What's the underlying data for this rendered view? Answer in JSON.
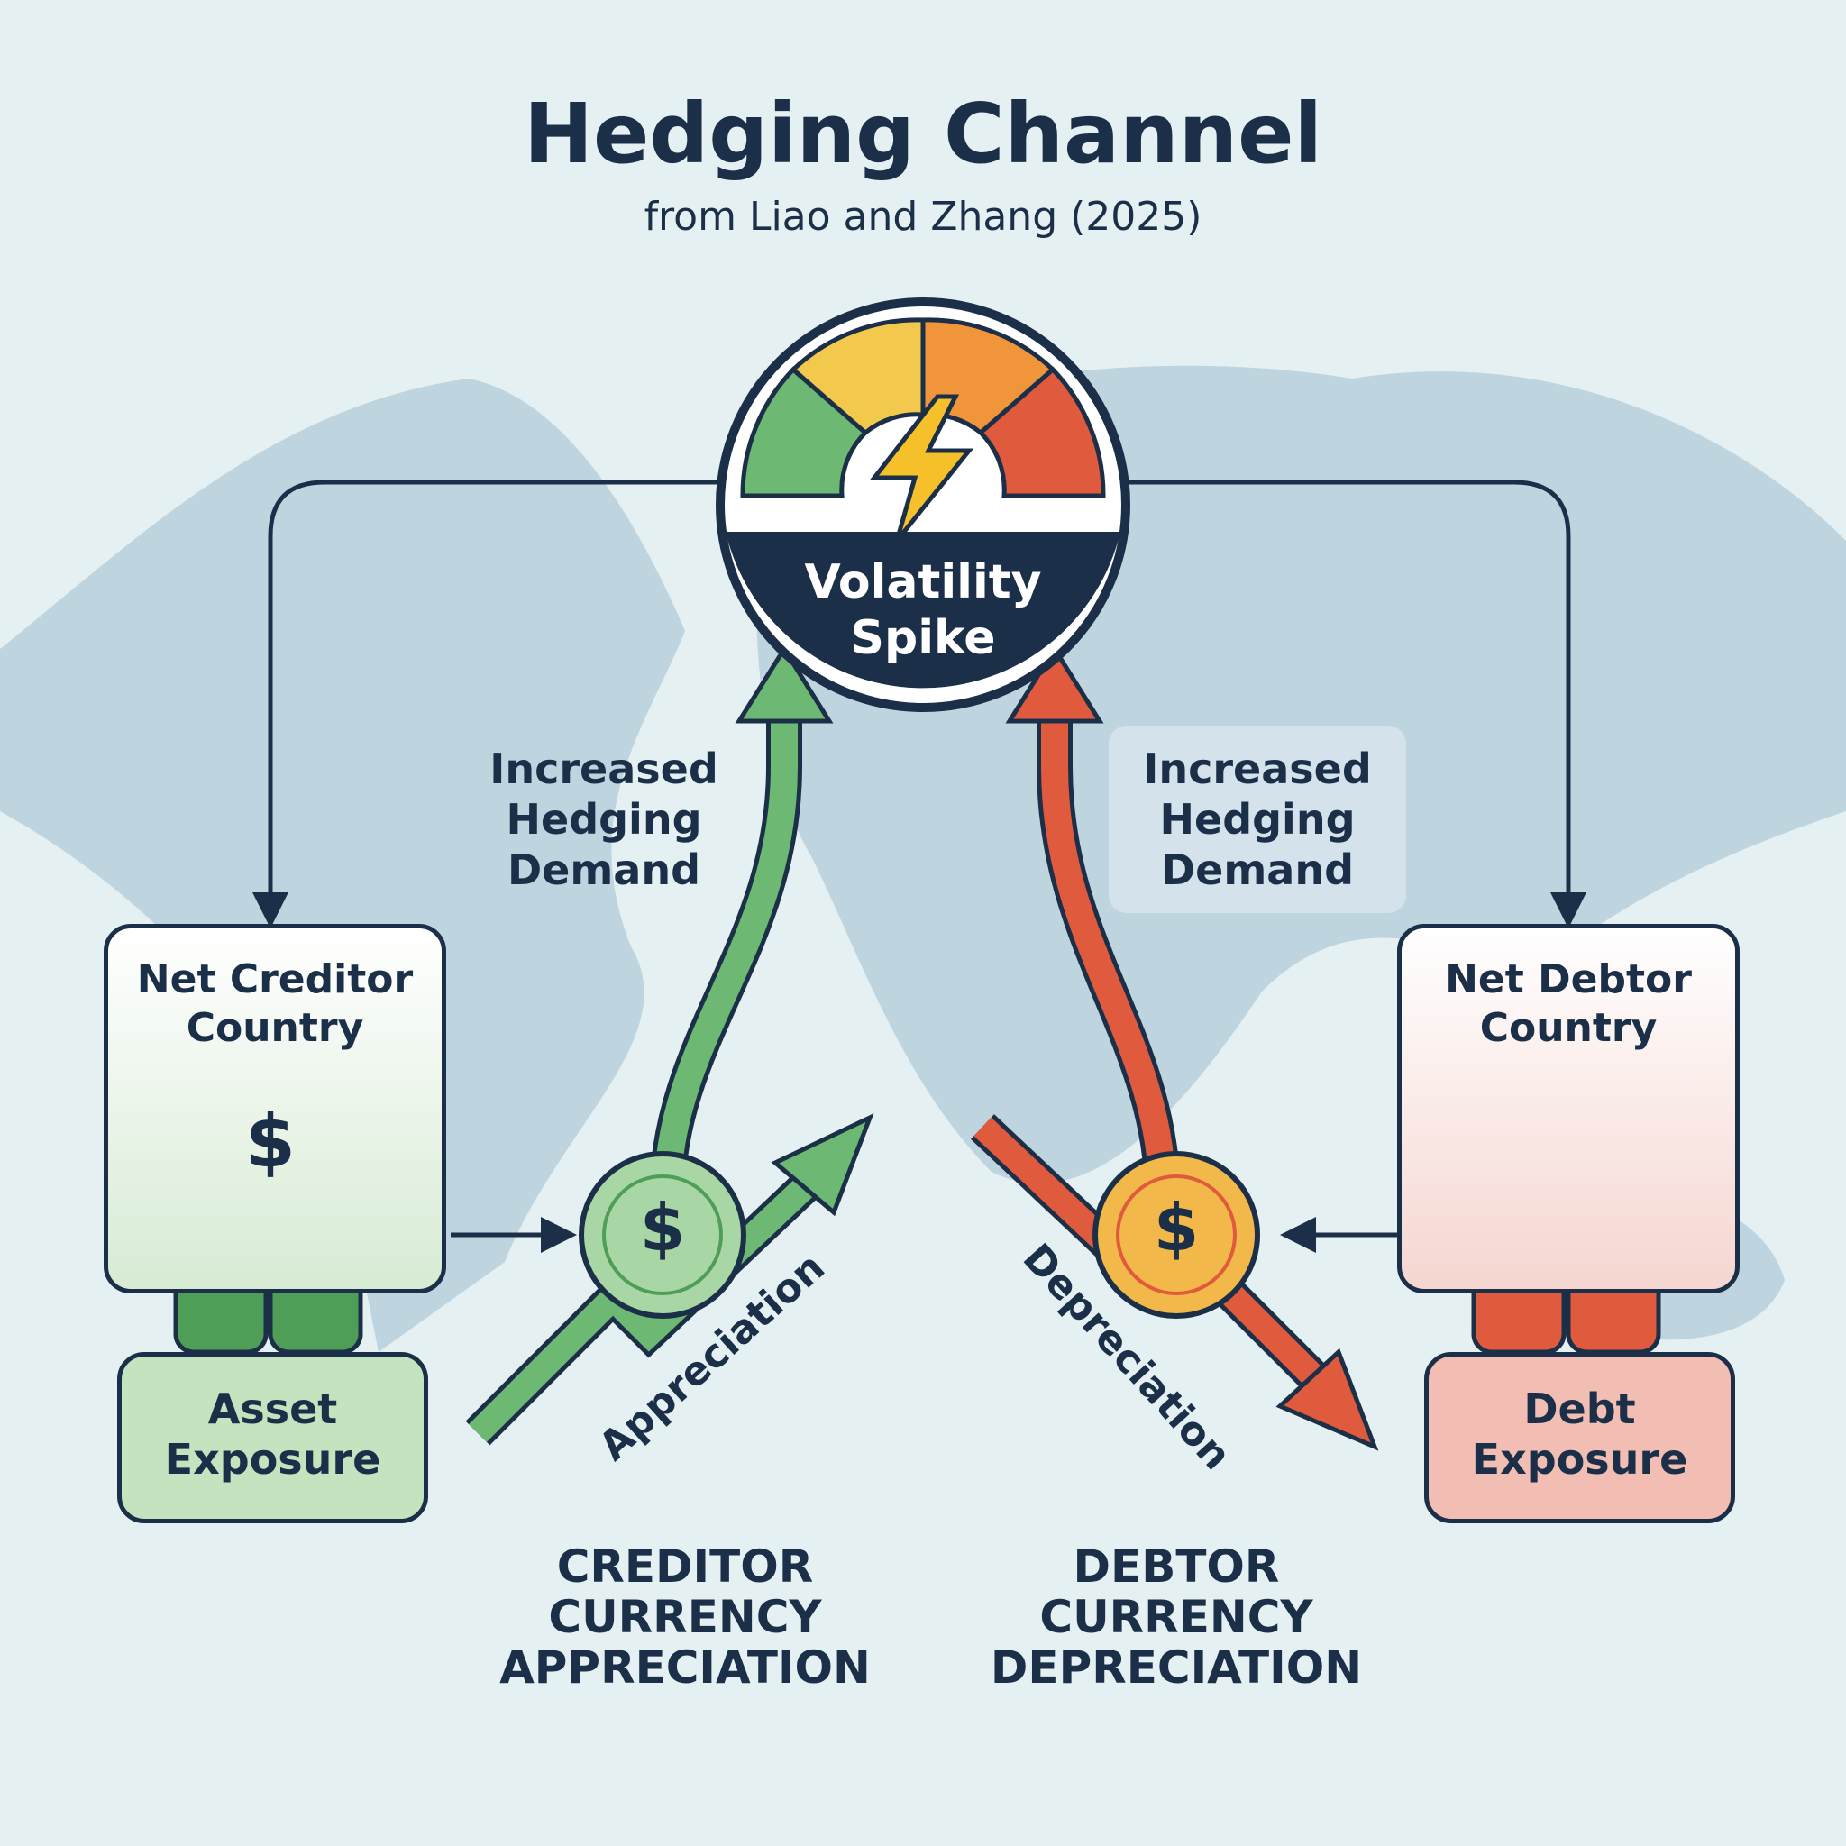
{
  "title": "Hedging Channel",
  "subtitle": "from Liao and Zhang (2025)",
  "center": {
    "label_line1": "Volatility",
    "label_line2": "Spike"
  },
  "left": {
    "hedging": [
      "Increased",
      "Hedging",
      "Demand"
    ],
    "country": [
      "Net Creditor",
      "Country"
    ],
    "exposure": [
      "Asset",
      "Exposure"
    ],
    "arrow_label": "Appreciation",
    "caption": [
      "CREDITOR",
      "CURRENCY",
      "APPRECIATION"
    ],
    "color": "#4f9e57"
  },
  "right": {
    "hedging": [
      "Increased",
      "Hedging",
      "Demand"
    ],
    "country": [
      "Net Debtor",
      "Country"
    ],
    "exposure": [
      "Debt",
      "Exposure"
    ],
    "arrow_label": "Depreciation",
    "caption": [
      "DEBTOR",
      "CURRENCY",
      "DEPRECIATION"
    ],
    "color": "#d9533b"
  },
  "coin_symbol": "$"
}
